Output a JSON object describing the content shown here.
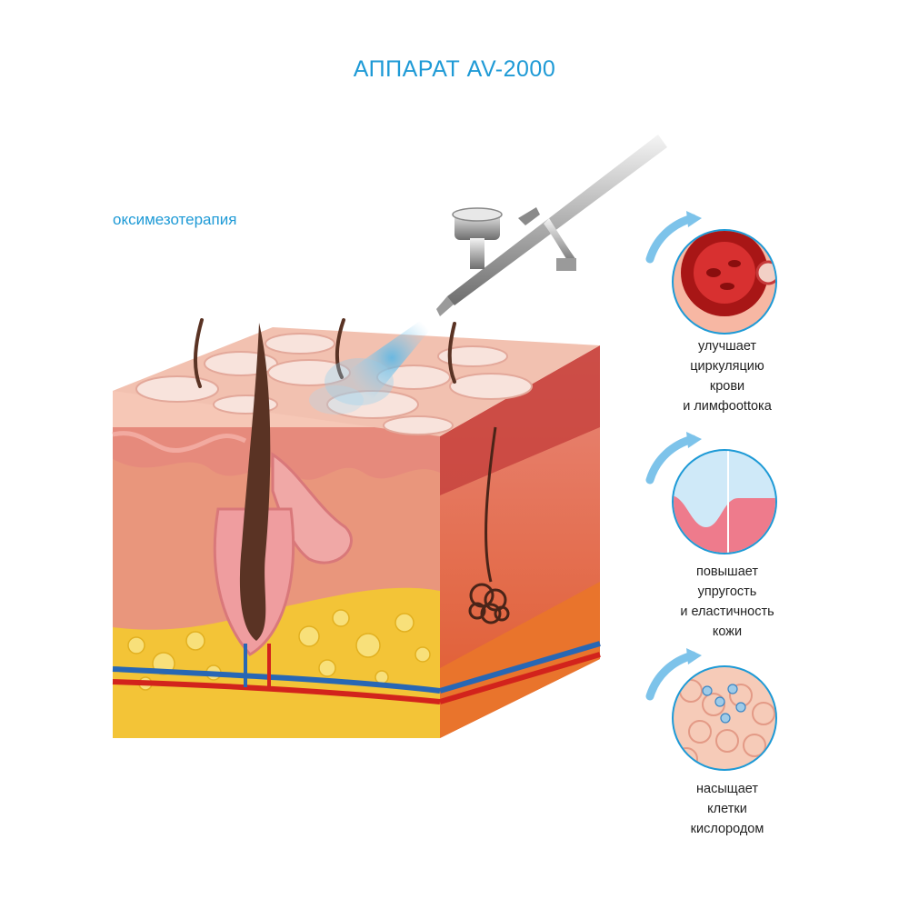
{
  "title": "АППАРАТ  AV-2000",
  "subtitle": "оксимезотерапия",
  "benefits": [
    {
      "icon": "blood-vessel-icon",
      "lines": [
        "улучшает",
        "циркуляцию",
        "крови",
        "и лимфоottока"
      ]
    },
    {
      "icon": "skin-elasticity-icon",
      "lines": [
        "повышает",
        "упругость",
        "и еластичность",
        "кожи"
      ]
    },
    {
      "icon": "oxygen-cells-icon",
      "lines": [
        "насыщает",
        "клетки",
        "кислородом"
      ]
    }
  ],
  "colors": {
    "accent": "#1e9ad6",
    "skin_top": "#f2c1b0",
    "dermis": "#e8907c",
    "fat": "#f3c93c",
    "artery": "#d2231c",
    "vein": "#2867b4"
  }
}
